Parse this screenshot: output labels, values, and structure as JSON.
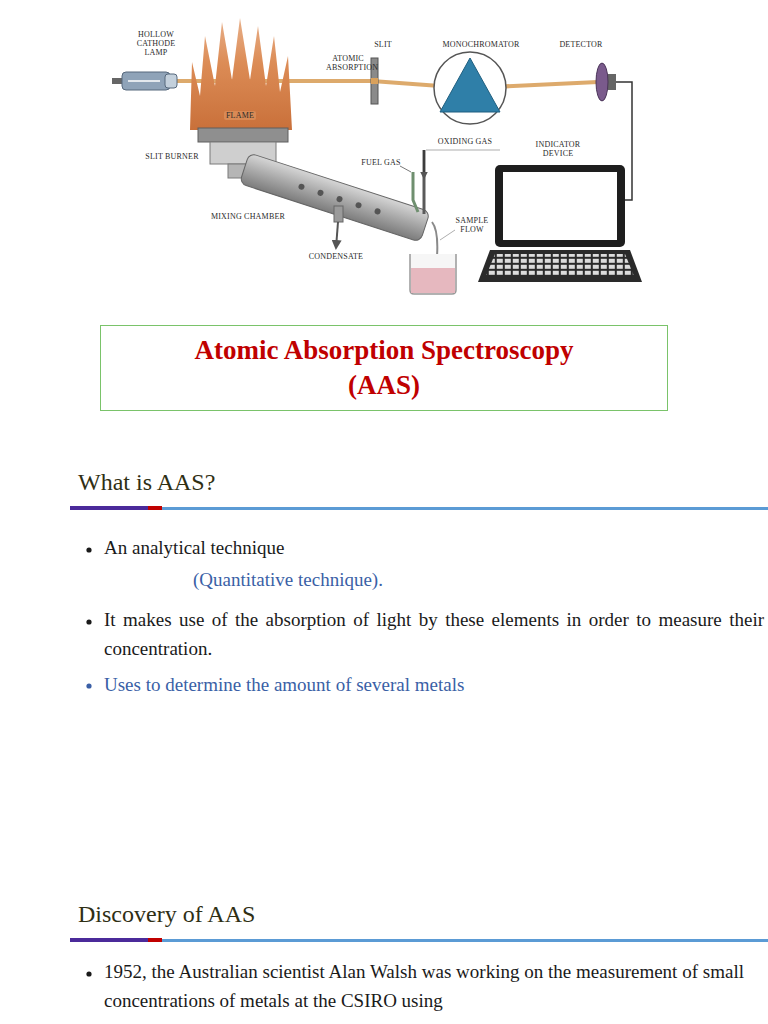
{
  "diagram": {
    "title": "Atomic Absorption Spectroscopy (AAS)",
    "labels": [
      "HOLLOW CATHODE LAMP",
      "FLAME",
      "ATOMIC ABSORPTION",
      "SLIT",
      "MONOCHROMATOR",
      "DETECTOR",
      "SLIT BURNER",
      "OXIDING GAS",
      "FUEL GAS",
      "INDICATOR DEVICE",
      "MIXING CHAMBER",
      "SAMPLE FLOW",
      "CONDENSATE",
      "What is AAS?",
      "An analytical technique",
      "(Quantitative technique).",
      "It makes use of the absorption of light by these elements in order to measure their concentration.",
      "Uses to determine the amount of several metals",
      "Discovery of AAS",
      "1952, the Australian scientist Alan Walsh was working on the measurement of small concentrations of metals at the CSIRO using"
    ]
  }
}
